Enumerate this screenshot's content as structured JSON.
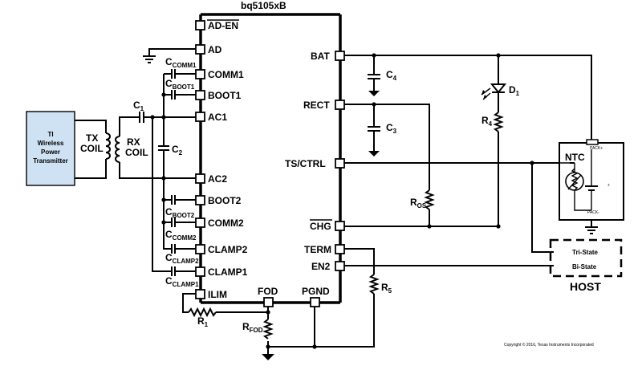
{
  "ic": {
    "title": "bq5105xB"
  },
  "left_pins": [
    "AD-EN",
    "AD",
    "COMM1",
    "BOOT1",
    "AC1",
    "AC2",
    "BOOT2",
    "COMM2",
    "CLAMP2",
    "CLAMP1",
    "ILIM"
  ],
  "right_pins": [
    "BAT",
    "RECT",
    "TS/CTRL",
    "CHG",
    "TERM",
    "EN2"
  ],
  "bottom_pins": [
    "FOD",
    "PGND"
  ],
  "transmitter": {
    "line1": "TI",
    "line2": "Wireless",
    "line3": "Power",
    "line4": "Transmitter"
  },
  "tx_coil": {
    "line1": "TX",
    "line2": "COIL"
  },
  "rx_coil": {
    "line1": "RX",
    "line2": "COIL"
  },
  "components": {
    "c1": {
      "main": "C",
      "sub": "1"
    },
    "c2": {
      "main": "C",
      "sub": "2"
    },
    "c3": {
      "main": "C",
      "sub": "3"
    },
    "c4": {
      "main": "C",
      "sub": "4"
    },
    "ccomm1": {
      "main": "C",
      "sub": "COMM1"
    },
    "cboot1": {
      "main": "C",
      "sub": "BOOT1"
    },
    "cboot2": {
      "main": "C",
      "sub": "BOOT2"
    },
    "ccomm2": {
      "main": "C",
      "sub": "COMM2"
    },
    "cclamp2": {
      "main": "C",
      "sub": "CLAMP2"
    },
    "cclamp1": {
      "main": "C",
      "sub": "CLAMP1"
    },
    "r1": {
      "main": "R",
      "sub": "1"
    },
    "r4": {
      "main": "R",
      "sub": "4"
    },
    "r5": {
      "main": "R",
      "sub": "5"
    },
    "ros": {
      "main": "R",
      "sub": "OS"
    },
    "rfod": {
      "main": "R",
      "sub": "FOD"
    },
    "d1": {
      "main": "D",
      "sub": "1"
    }
  },
  "battery_pack": {
    "ntc": "NTC",
    "pack_plus": "PACK+",
    "pack_minus": "PACK-"
  },
  "host": {
    "label": "HOST",
    "tri_state": "Tri-State",
    "bi_state": "Bi-State"
  },
  "copyright": "Copyright © 2016, Texas Instruments Incorporated"
}
